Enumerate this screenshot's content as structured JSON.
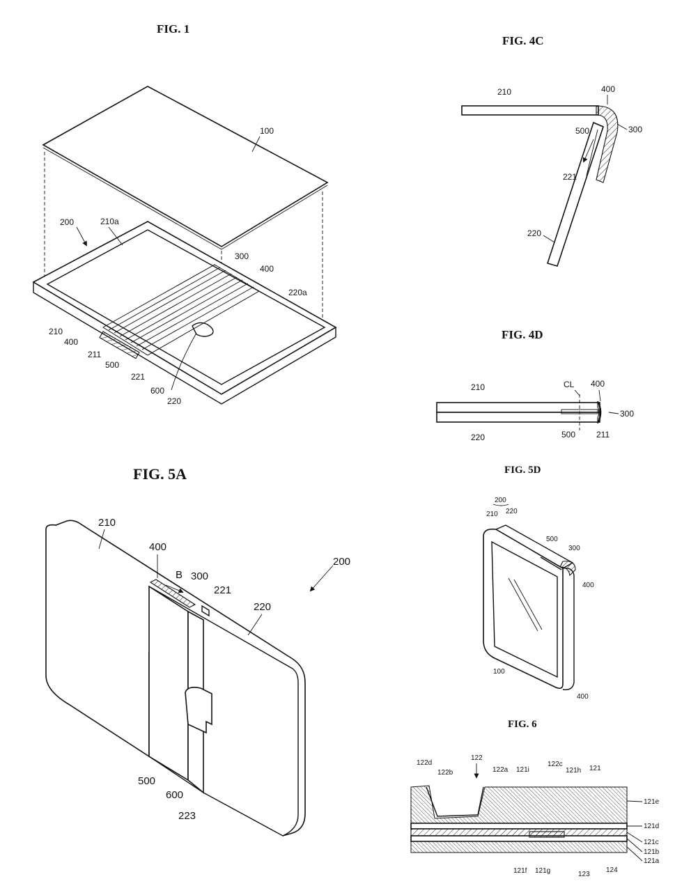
{
  "figures": {
    "fig1": {
      "title": "FIG. 1",
      "labels": [
        "100",
        "200",
        "210a",
        "300",
        "400",
        "220a",
        "210",
        "400",
        "211",
        "500",
        "221",
        "600",
        "220"
      ]
    },
    "fig4c": {
      "title": "FIG. 4C",
      "labels": [
        "210",
        "400",
        "300",
        "500",
        "221",
        "220"
      ]
    },
    "fig4d": {
      "title": "FIG. 4D",
      "labels": [
        "210",
        "CL",
        "400",
        "300",
        "220",
        "500",
        "211"
      ]
    },
    "fig5a": {
      "title": "FIG. 5A",
      "labels": [
        "210",
        "400",
        "B",
        "300",
        "221",
        "200",
        "220",
        "500",
        "600",
        "223"
      ]
    },
    "fig5d": {
      "title": "FIG. 5D",
      "labels": [
        "200",
        "210",
        "220",
        "500",
        "300",
        "400",
        "100",
        "400"
      ]
    },
    "fig6": {
      "title": "FIG. 6",
      "labels": [
        "122d",
        "122",
        "122b",
        "122a",
        "121i",
        "122c",
        "121h",
        "121",
        "121e",
        "121d",
        "121c",
        "121b",
        "121a",
        "121f",
        "121g",
        "123",
        "124"
      ]
    }
  }
}
